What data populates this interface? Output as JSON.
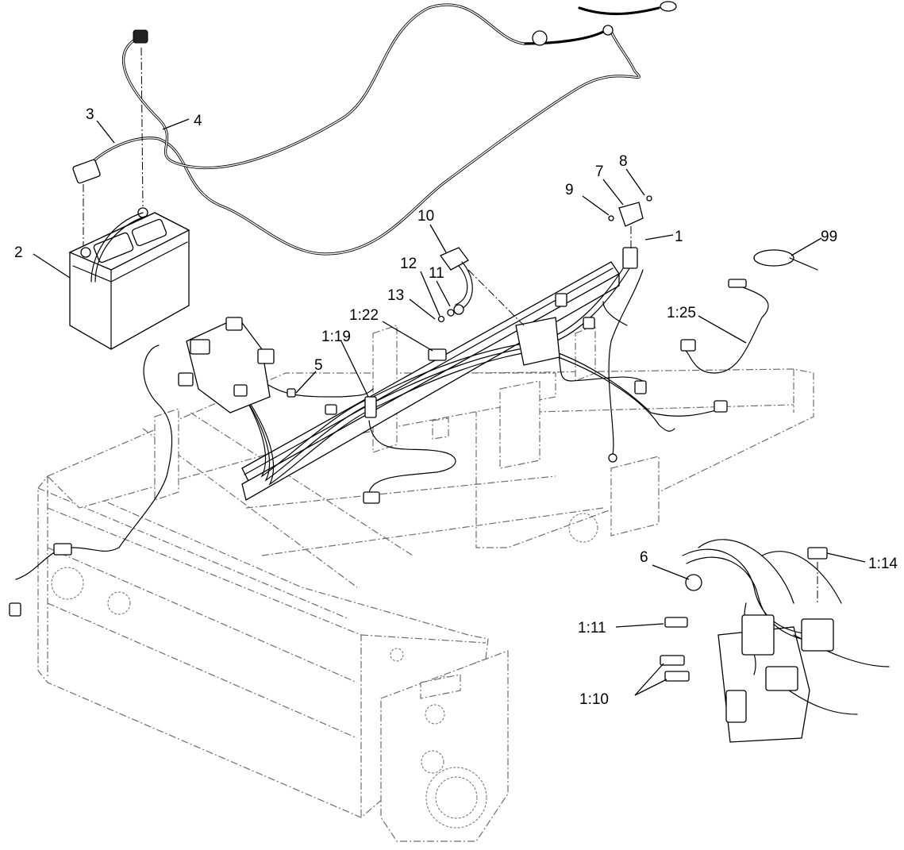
{
  "callouts": [
    {
      "id": "c-1",
      "label": "1"
    },
    {
      "id": "c-2",
      "label": "2"
    },
    {
      "id": "c-3",
      "label": "3"
    },
    {
      "id": "c-4",
      "label": "4"
    },
    {
      "id": "c-5",
      "label": "5"
    },
    {
      "id": "c-6",
      "label": "6"
    },
    {
      "id": "c-7",
      "label": "7"
    },
    {
      "id": "c-8",
      "label": "8"
    },
    {
      "id": "c-9",
      "label": "9"
    },
    {
      "id": "c-10",
      "label": "10"
    },
    {
      "id": "c-11",
      "label": "11"
    },
    {
      "id": "c-12",
      "label": "12"
    },
    {
      "id": "c-13",
      "label": "13"
    },
    {
      "id": "c-99",
      "label": "99"
    },
    {
      "id": "c-1-10",
      "label": "1:10"
    },
    {
      "id": "c-1-11",
      "label": "1:11"
    },
    {
      "id": "c-1-14",
      "label": "1:14"
    },
    {
      "id": "c-1-19",
      "label": "1:19"
    },
    {
      "id": "c-1-22",
      "label": "1:22"
    },
    {
      "id": "c-1-25",
      "label": "1:25"
    }
  ]
}
